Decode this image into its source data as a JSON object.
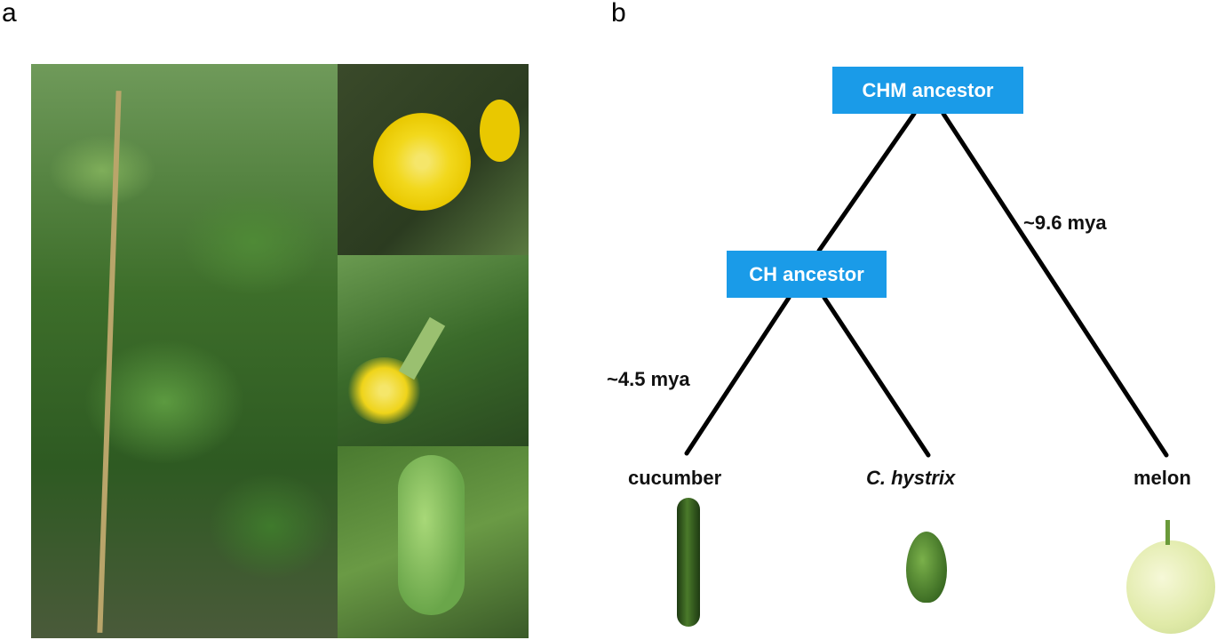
{
  "panels": {
    "a": "a",
    "b": "b"
  },
  "tree": {
    "root": "CHM ancestor",
    "inner": "CH ancestor",
    "branch_labels": {
      "melon_split": "~9.6 mya",
      "cucumber_split": "~4.5 mya"
    },
    "leaves": [
      "cucumber",
      "C. hystrix",
      "melon"
    ]
  },
  "colors": {
    "node": "#1a9be8"
  }
}
